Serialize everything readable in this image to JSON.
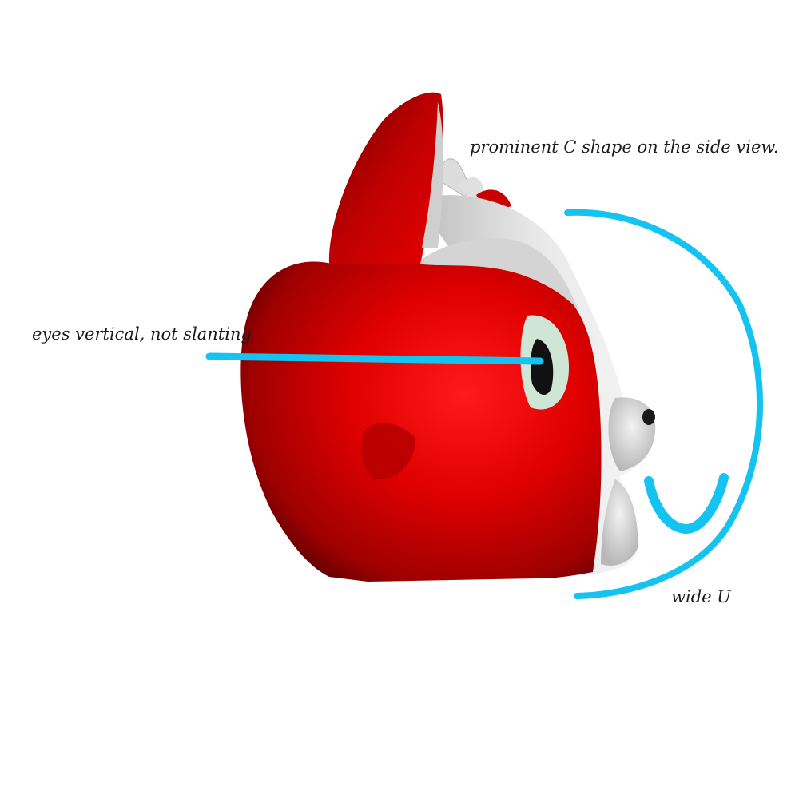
{
  "annotations": {
    "c_shape": "prominent C shape on the side view.",
    "eyes": "eyes vertical, not slanting",
    "wide_u": "wide U"
  },
  "colors": {
    "head_red": "#e00000",
    "head_red_shadow": "#6e0000",
    "fur_white": "#e4e4e4",
    "guide_line": "#14c3f0",
    "eye_iris": "#cfe6d6",
    "eye_pupil": "#111111"
  },
  "subject": {
    "icon": "cartoon-cat-head-side-view"
  }
}
